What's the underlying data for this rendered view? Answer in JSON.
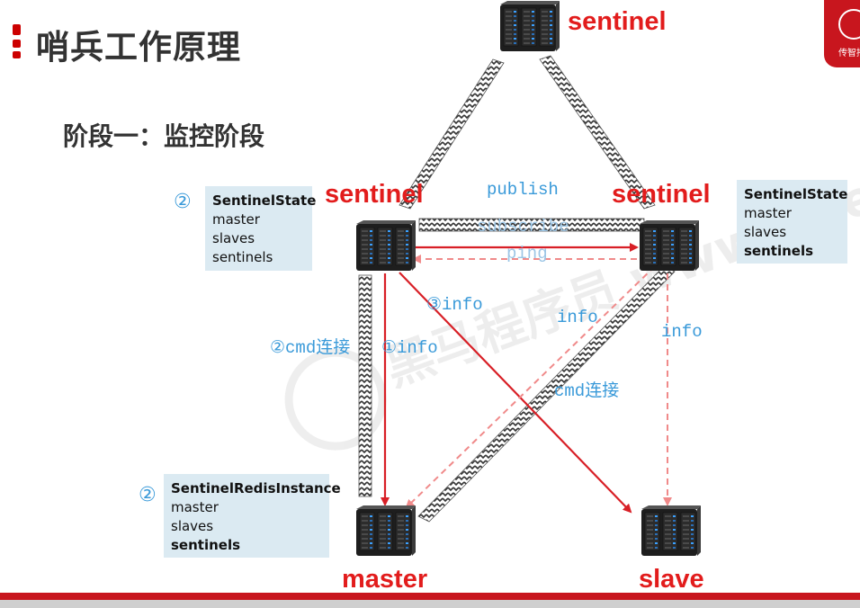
{
  "title": "哨兵工作原理",
  "subtitle": "阶段一：监控阶段",
  "logo": {
    "text": "传智播"
  },
  "nodes": {
    "top_sentinel": "sentinel",
    "left_sentinel": "sentinel",
    "right_sentinel": "sentinel",
    "master": "master",
    "slave": "slave"
  },
  "boxes": {
    "left": {
      "marker": "②",
      "header": "SentinelState",
      "lines": [
        "master",
        "slaves",
        "sentinels"
      ]
    },
    "right": {
      "header": "SentinelState",
      "lines": [
        "master",
        "slaves"
      ],
      "bold_line": "sentinels"
    },
    "bottom": {
      "marker": "②",
      "header": "SentinelRedisInstance",
      "lines": [
        "master",
        "slaves"
      ],
      "bold_line": "sentinels"
    }
  },
  "edge_labels": {
    "publish": "publish",
    "subscribe": "subscribe",
    "ping": "ping",
    "info3": "③info",
    "info_mid": "info",
    "info_right": "info",
    "cmd2": "②cmd连接",
    "info1": "①info",
    "cmd_mid": "cmd连接"
  },
  "watermark": "黑马程序员 www.itheima.com",
  "colors": {
    "accent": "#e21c1c",
    "edge_solid": "#d81f26",
    "edge_dashed": "#f08a8a",
    "label_blue": "#3a9ad9",
    "box_bg": "#dbeaf2"
  },
  "icons": {
    "server": "server-rack-icon"
  }
}
